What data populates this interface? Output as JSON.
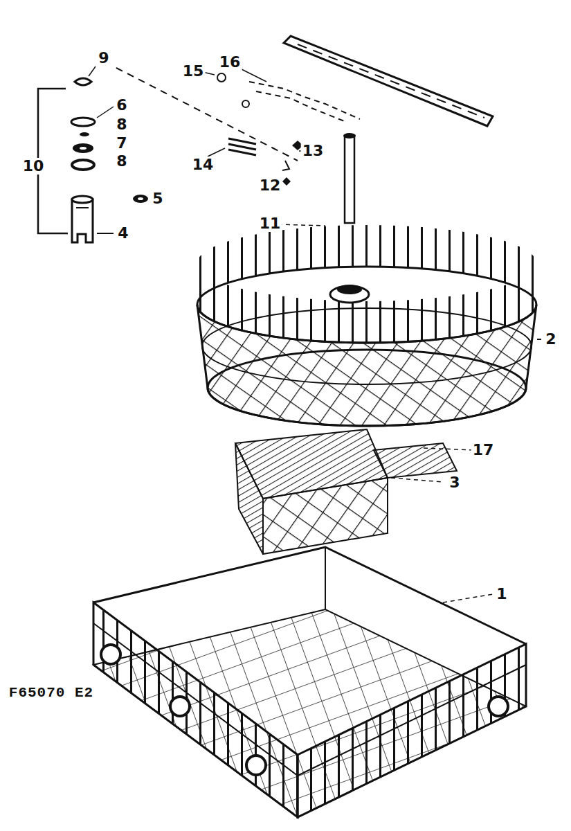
{
  "diagram": {
    "labels": [
      "9",
      "16",
      "15",
      "6",
      "8",
      "7",
      "8",
      "5",
      "10",
      "4",
      "14",
      "13",
      "12",
      "11",
      "2",
      "17",
      "3",
      "1",
      "F65070 E2"
    ]
  }
}
